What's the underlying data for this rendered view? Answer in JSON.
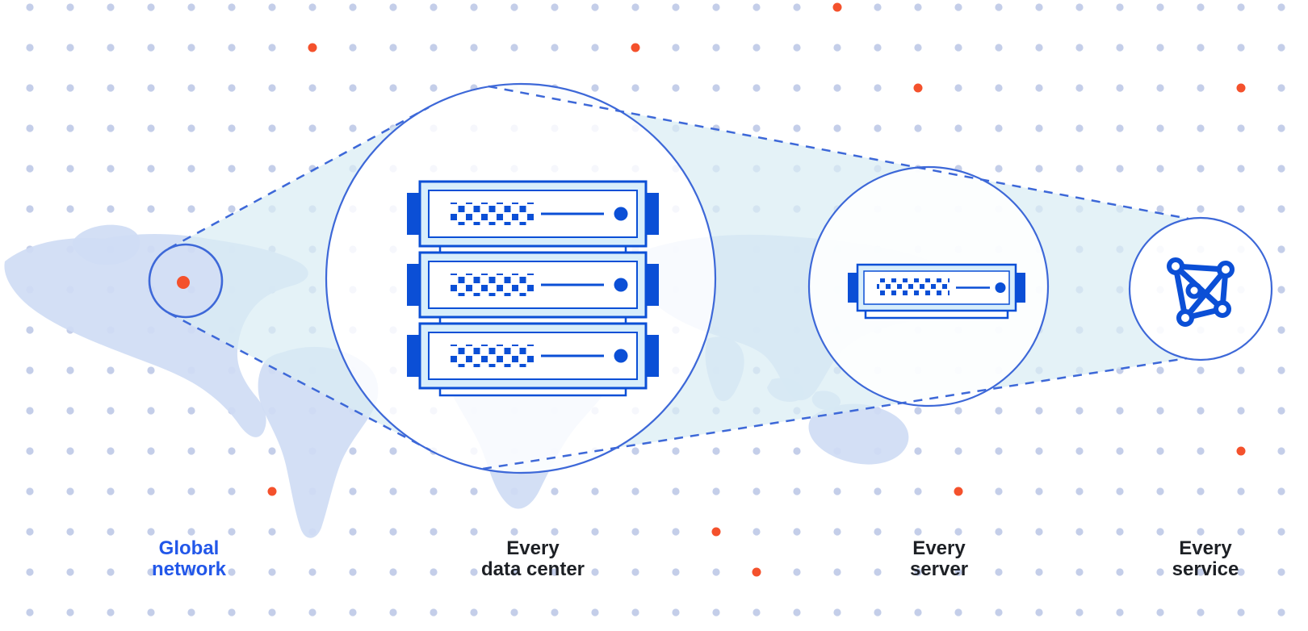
{
  "diagram": {
    "title_visible_text": [],
    "stages": [
      {
        "id": "global-network",
        "label_line1": "Global",
        "label_line2": "network",
        "icon": "world-map-with-location-circle-icon",
        "emphasis": "blue"
      },
      {
        "id": "every-data-center",
        "label_line1": "Every",
        "label_line2": "data center",
        "icon": "server-rack-stack-icon",
        "emphasis": "dark"
      },
      {
        "id": "every-server",
        "label_line1": "Every",
        "label_line2": "server",
        "icon": "single-server-icon",
        "emphasis": "dark"
      },
      {
        "id": "every-service",
        "label_line1": "Every",
        "label_line2": "service",
        "icon": "network-graph-icon",
        "emphasis": "dark"
      }
    ],
    "icons": [
      "world-map-icon",
      "location-marker-dot-icon",
      "magnify-circle-icon",
      "server-rack-stack-icon",
      "single-server-icon",
      "network-graph-icon"
    ],
    "decorations": {
      "dot_grid": "light lavender dots on 50px grid",
      "accent_dots": "scattered orange dots",
      "zoom_cones": "dashed tangent lines with light cyan fill between circles"
    }
  },
  "colors": {
    "background": "#ffffff",
    "grid_dot": "#c4cee9",
    "accent_orange": "#f4512c",
    "map_land": "#cfdcf4",
    "circle_stroke": "#3d68d8",
    "cone_fill": "#d9edf4",
    "dashed_line": "#3d68d8",
    "server_dark": "#0b4fd6",
    "server_light": "#d8eefb",
    "label_dark": "#1d2025",
    "label_blue": "#2257e9"
  }
}
